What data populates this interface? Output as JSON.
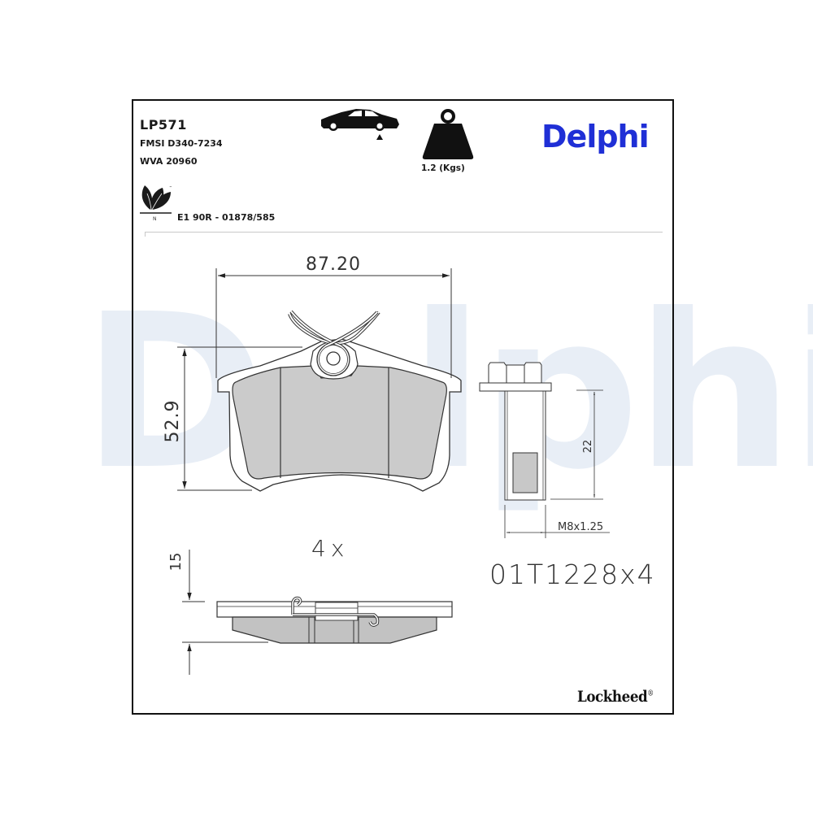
{
  "watermark": {
    "text": "Delphi",
    "color": "#e8eef6"
  },
  "header": {
    "part_number": "LP571",
    "fmsi": "FMSI D340-7234",
    "wva": "WVA 20960",
    "ece_approval": "E1 90R - 01878/585",
    "eco_icon": {
      "name": "leaf-eco-icon",
      "sub_label": "N",
      "tm": "™"
    },
    "axle_icon": {
      "name": "car-rear-axle-icon"
    },
    "weight": {
      "icon": "weight-icon",
      "label": "1.2 (Kgs)"
    },
    "brand": {
      "label": "Delphi",
      "color": "#1f2fd6"
    }
  },
  "drawing": {
    "pad_front": {
      "width_dim": "87.20",
      "height_dim": "52.9",
      "fill_color": "#c2c2c2"
    },
    "quantity": "4x",
    "pad_side": {
      "thickness_dim": "15"
    },
    "bolt": {
      "length_dim": "22",
      "thread_dim": "M8x1.25",
      "part_code": "01T1228x4"
    }
  },
  "footer": {
    "sub_brand": "Lockheed",
    "registered": "®"
  }
}
